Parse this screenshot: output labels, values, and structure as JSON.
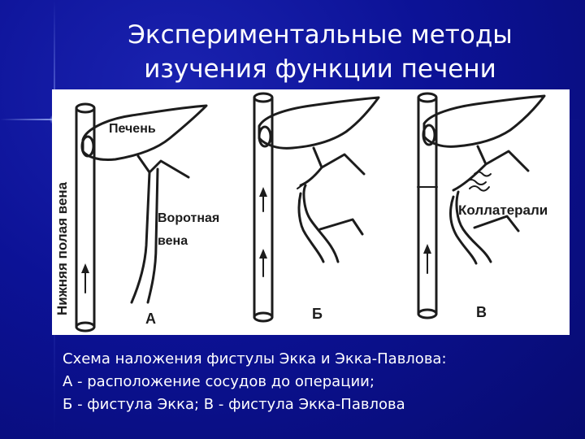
{
  "slide": {
    "title_lines": [
      "Экспериментальные методы",
      "изучения функции печени"
    ]
  },
  "diagram": {
    "labels": {
      "vena_cava": "Нижняя полая вена",
      "liver": "Печень",
      "portal_vein_line1": "Воротная",
      "portal_vein_line2": "вена",
      "collaterals": "Коллатерали"
    },
    "panel_letters": [
      "А",
      "Б",
      "В"
    ]
  },
  "caption": {
    "lines": [
      "Схема наложения фистулы Экка и Экка-Павлова:",
      "А - расположение сосудов до операции;",
      "Б - фистула Экка; В - фистула Экка-Павлова"
    ]
  },
  "colors": {
    "background": "#0a0f8c",
    "text": "#ffffff",
    "figure_ink": "#1c1c1c"
  }
}
